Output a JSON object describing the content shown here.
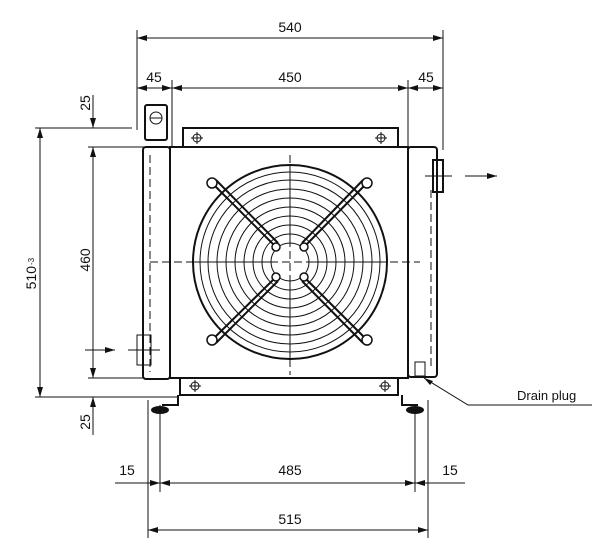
{
  "drawing": {
    "dimensions": {
      "overall_width": "540",
      "left_tank": "45",
      "core_width": "450",
      "right_tank": "45",
      "top_offset": "25",
      "core_height": "460",
      "bottom_offset": "25",
      "overall_height": "510",
      "overall_height_tolerance": "-3",
      "foot_left_offset": "15",
      "foot_spacing": "485",
      "foot_right_offset": "15",
      "foot_span": "515"
    },
    "labels": {
      "drain_plug": "Drain plug"
    },
    "colors": {
      "line": "#111111",
      "background": "#ffffff"
    }
  }
}
